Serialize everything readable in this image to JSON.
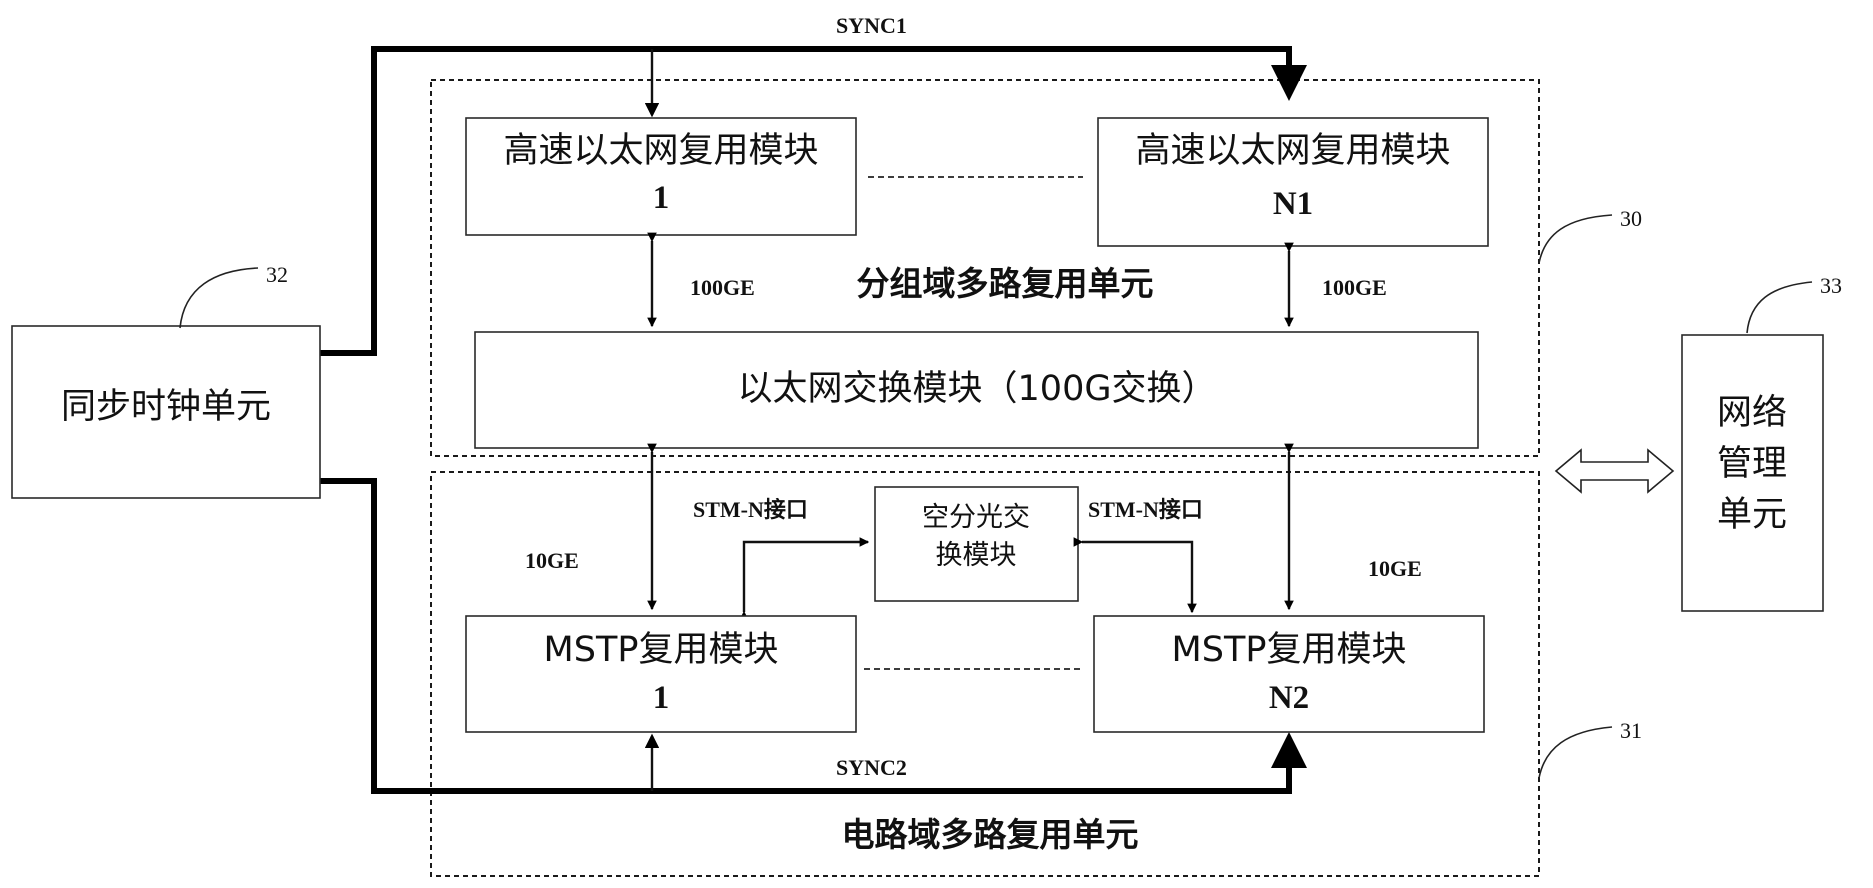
{
  "signals": {
    "sync1": "SYNC1",
    "sync2": "SYNC2"
  },
  "packet_unit": {
    "title": "分组域多路复用单元",
    "ref": "30",
    "hs_module_left": {
      "name": "高速以太网复用模块",
      "index": "1"
    },
    "hs_module_right": {
      "name": "高速以太网复用模块",
      "index": "N1"
    },
    "link_left": "100GE",
    "link_right": "100GE",
    "switch_module": "以太网交换模块（100G交换）"
  },
  "circuit_unit": {
    "title": "电路域多路复用单元",
    "ref": "31",
    "mstp_left": {
      "name": "MSTP复用模块",
      "index": "1"
    },
    "mstp_right": {
      "name": "MSTP复用模块",
      "index": "N2"
    },
    "space_switch": {
      "line1": "空分光交",
      "line2": "换模块"
    },
    "stm_left": "STM-N接口",
    "stm_right": "STM-N接口",
    "link_left": "10GE",
    "link_right": "10GE"
  },
  "clock_unit": {
    "name": "同步时钟单元",
    "ref": "32"
  },
  "nms_unit": {
    "lines": [
      "网络",
      "管理",
      "单元"
    ],
    "ref": "33"
  }
}
